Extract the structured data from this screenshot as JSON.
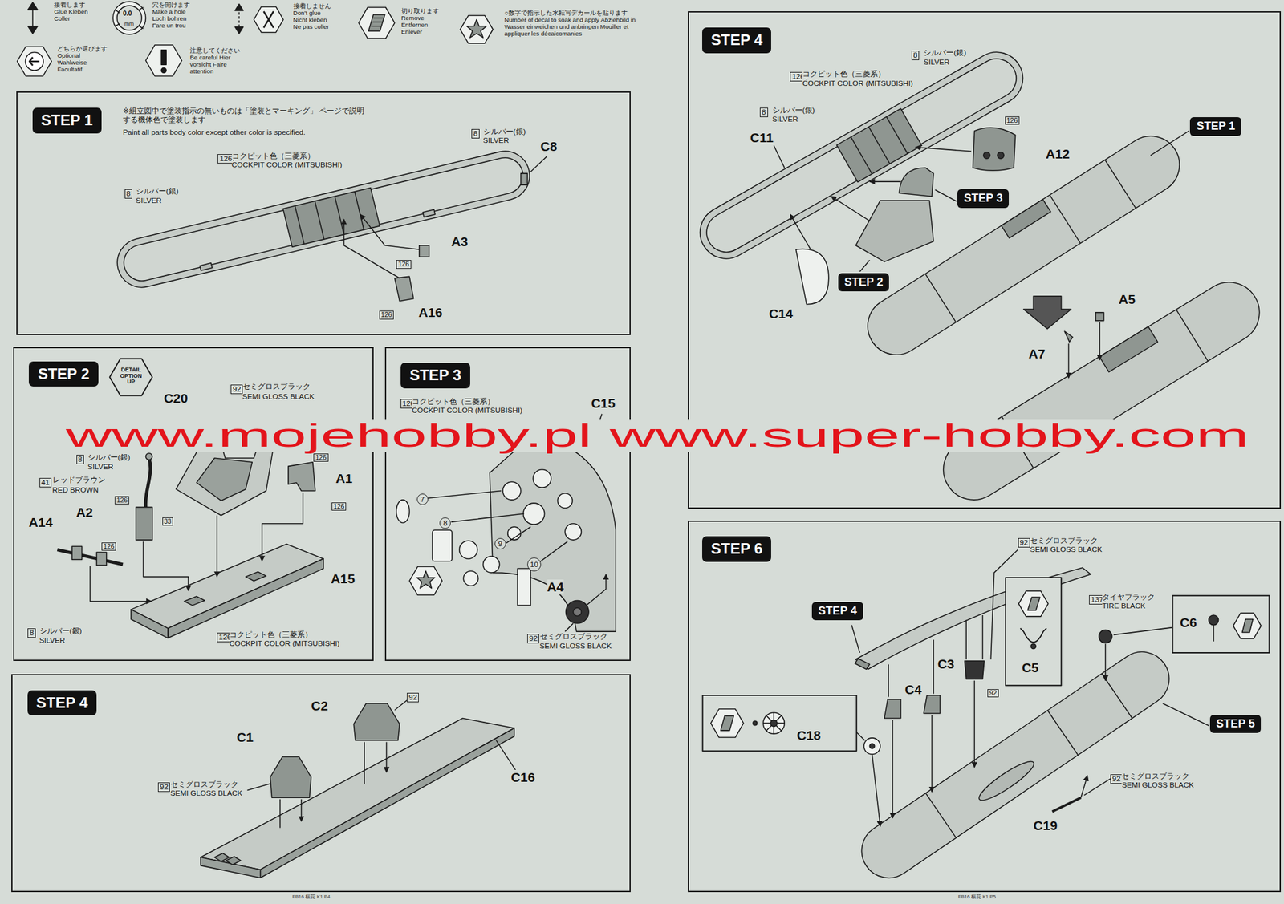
{
  "diagram": {
    "nodes": [
      {
        "text": [
          "STEP 1"
        ]
      },
      {
        "text": [
          "STEP 2"
        ]
      },
      {
        "text": [
          "STEP 3"
        ]
      },
      {
        "text": [
          "STEP 4"
        ]
      },
      {
        "text": [
          "STEP 4"
        ]
      },
      {
        "text": [
          "STEP 1"
        ],
        "in": 4
      },
      {
        "text": [
          "STEP 3"
        ],
        "in": 4
      },
      {
        "text": [
          "STEP 2"
        ],
        "in": 4
      },
      {
        "text": [
          "STEP 6"
        ]
      },
      {
        "text": [
          "STEP 4"
        ],
        "in": 8
      },
      {
        "text": [
          "STEP 5"
        ],
        "in": 8
      }
    ],
    "labels": [
      "0.0",
      "mm",
      "※組立図中で塗装指示の無いものは「塗装とマーキング」 ページで説明する機体色で塗装します",
      "Paint all parts body color except other color is specified.",
      "8",
      "シルバー(銀)",
      "SILVER",
      "C8",
      "126",
      "コクピット色（三菱系）",
      "COCKPIT COLOR (MITSUBISHI)",
      "8",
      "シルバー(銀)",
      "SILVER",
      "A3",
      "126",
      "A16",
      "126",
      "DETAIL OPTION UP",
      "92",
      "セミグロスブラック",
      "SEMI GLOSS BLACK",
      "C20",
      "8",
      "シルバー(銀)",
      "SILVER",
      "41",
      "レッドブラウン",
      "RED BROWN",
      "126",
      "A2",
      "33",
      "126",
      "A1",
      "126",
      "A14",
      "126",
      "A15",
      "8",
      "シルバー(銀)",
      "SILVER",
      "126",
      "コクピット色（三菱系）",
      "COCKPIT COLOR (MITSUBISHI)",
      "126",
      "コクピット色（三菱系）",
      "COCKPIT COLOR (MITSUBISHI)",
      "C15",
      "7",
      "8",
      "9",
      "10",
      "A4",
      "92",
      "セミグロスブラック",
      "SEMI GLOSS BLACK",
      "C2",
      "92",
      "C1",
      "92",
      "セミグロスブラック",
      "SEMI GLOSS BLACK",
      "C16",
      "8",
      "シルバー(銀)",
      "SILVER",
      "126",
      "コクピット色（三菱系）",
      "COCKPIT COLOR (MITSUBISHI)",
      "8",
      "シルバー(銀)",
      "SILVER",
      "C11",
      "126",
      "A12",
      "C14",
      "A5",
      "A7",
      "92",
      "セミグロスブラック",
      "SEMI GLOSS BLACK",
      "C5",
      "137",
      "タイヤブラック",
      "TIRE BLACK",
      "C6",
      "C3",
      "92",
      "C4",
      "C18",
      "92",
      "セミグロスブラック",
      "SEMI GLOSS BLACK",
      "C19",
      "FB16 桜花 K1 P4",
      "FB16 桜花 K1 P5",
      "www.mojehobby.pl www.super-hobby.com"
    ],
    "legend": [
      {
        "text": "接着します Glue Kleben Coller"
      },
      {
        "text": "穴を開けます Make a hole Loch bohren Fare un trou"
      },
      {
        "text": "接着しません Don't glue Nicht kleben Ne pas coller"
      },
      {
        "text": "切り取ります Remove Entfernen Enlever"
      },
      {
        "text": "○数字で指示した水転写デカールを貼ります Number of decal to soak and apply Abziehbild in Wasser einweichen und anbringen Mouiller et appliquer les décalcomanies"
      },
      {
        "text": "どちらか選びます Optional Wahlweise Facultatif"
      },
      {
        "text": "注意してください Be careful Hier vorsicht Faire attention"
      }
    ]
  }
}
